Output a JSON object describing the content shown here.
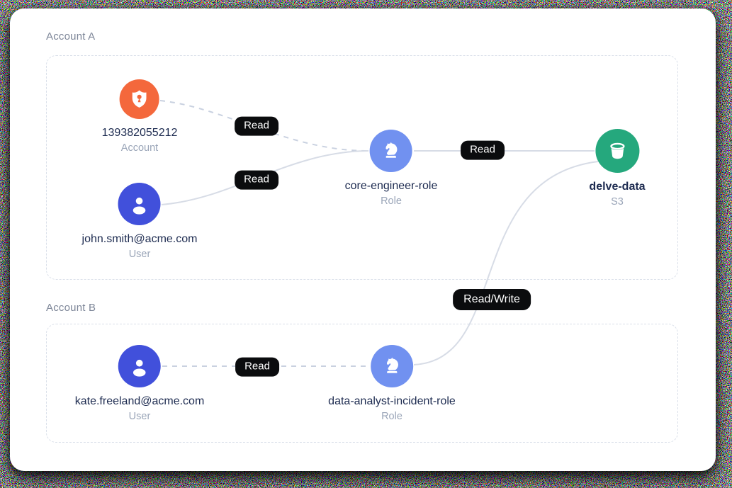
{
  "groups": [
    {
      "id": "account-a",
      "label": "Account A"
    },
    {
      "id": "account-b",
      "label": "Account B"
    }
  ],
  "nodes": [
    {
      "id": "account-a-node",
      "name": "139382055212",
      "type": "Account",
      "icon": "shield-keyhole-icon",
      "color": "#f4683c"
    },
    {
      "id": "user-john",
      "name": "john.smith@acme.com",
      "type": "User",
      "icon": "person-icon",
      "color": "#4150db"
    },
    {
      "id": "role-core",
      "name": "core-engineer-role",
      "type": "Role",
      "icon": "chess-knight-icon",
      "color": "#7191f0"
    },
    {
      "id": "s3-delve",
      "name": "delve-data",
      "type": "S3",
      "icon": "bucket-icon",
      "color": "#25a87d"
    },
    {
      "id": "user-kate",
      "name": "kate.freeland@acme.com",
      "type": "User",
      "icon": "person-icon",
      "color": "#4150db"
    },
    {
      "id": "role-data",
      "name": "data-analyst-incident-role",
      "type": "Role",
      "icon": "chess-knight-icon",
      "color": "#7191f0"
    }
  ],
  "edges": [
    {
      "from": "account-a-node",
      "to": "role-core",
      "label": "Read",
      "style": "dashed"
    },
    {
      "from": "user-john",
      "to": "role-core",
      "label": "Read",
      "style": "solid"
    },
    {
      "from": "role-core",
      "to": "s3-delve",
      "label": "Read",
      "style": "solid"
    },
    {
      "from": "user-kate",
      "to": "role-data",
      "label": "Read",
      "style": "dashed"
    },
    {
      "from": "role-data",
      "to": "s3-delve",
      "label": "Read/Write",
      "style": "solid"
    }
  ],
  "colors": {
    "account_icon": "#f4683c",
    "user_icon": "#4150db",
    "role_icon": "#7191f0",
    "s3_icon": "#25a87d",
    "badge_bg": "#0b0c0e",
    "badge_text": "#ffffff",
    "node_name_text": "#1d2b50",
    "node_type_text": "#9aa5b8",
    "group_label_text": "#7d8698",
    "group_border": "#d9dfe9",
    "edge_solid": "#d7dce6",
    "edge_dashed": "#c9d1e0",
    "card_bg": "#ffffff"
  }
}
